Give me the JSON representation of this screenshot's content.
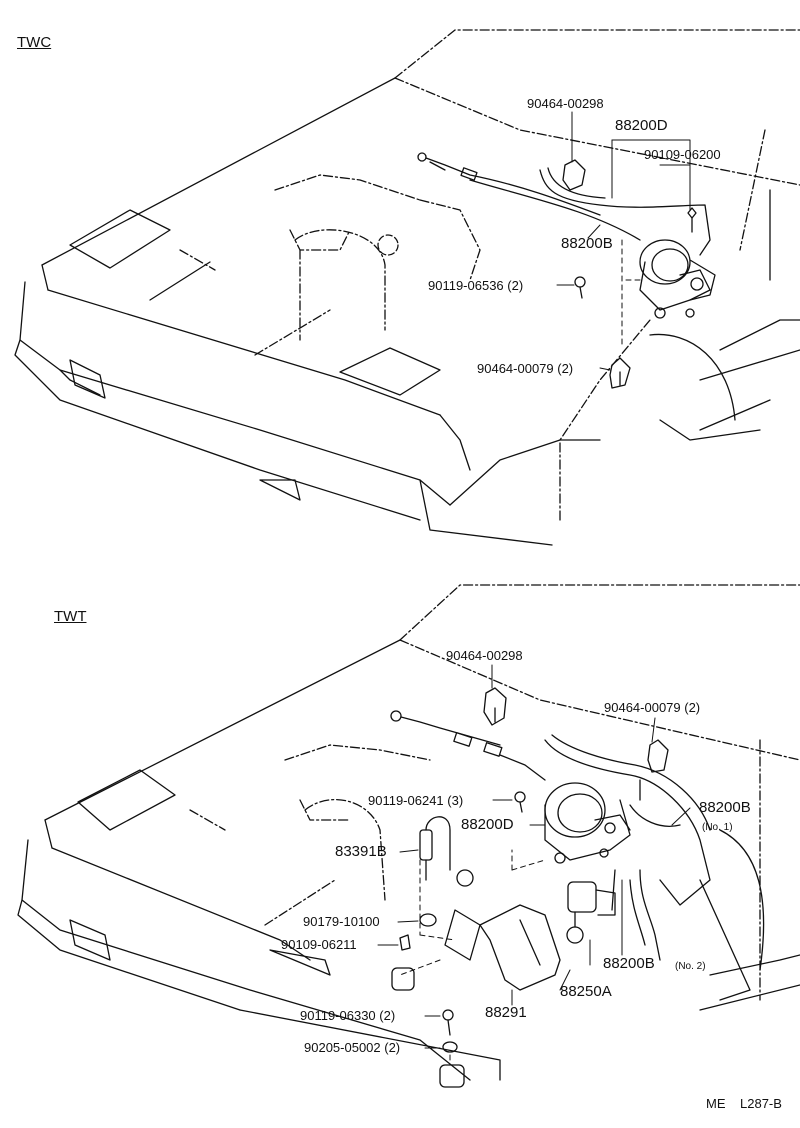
{
  "twc": {
    "title": "TWC",
    "labels": {
      "p90464_00298": "90464-00298",
      "p88200D": "88200D",
      "p90109_06200": "90109-06200",
      "p88200B": "88200B",
      "p90119_06536": "90119-06536 (2)",
      "p90464_00079": "90464-00079 (2)"
    }
  },
  "twt": {
    "title": "TWT",
    "labels": {
      "p90464_00298": "90464-00298",
      "p90464_00079": "90464-00079 (2)",
      "p88200B_no1": "88200B",
      "no1": "(No. 1)",
      "p90119_06241": "90119-06241 (3)",
      "p88200D": "88200D",
      "p83391B": "83391B",
      "p90179_10100": "90179-10100",
      "p90109_06211": "90109-06211",
      "p88200B_no2": "88200B",
      "no2": "(No. 2)",
      "p88250A": "88250A",
      "p90119_06330": "90119-06330 (2)",
      "p88291": "88291",
      "p90205_05002": "90205-05002 (2)"
    }
  },
  "footer": {
    "code": "ME",
    "ref": "L287-B"
  }
}
